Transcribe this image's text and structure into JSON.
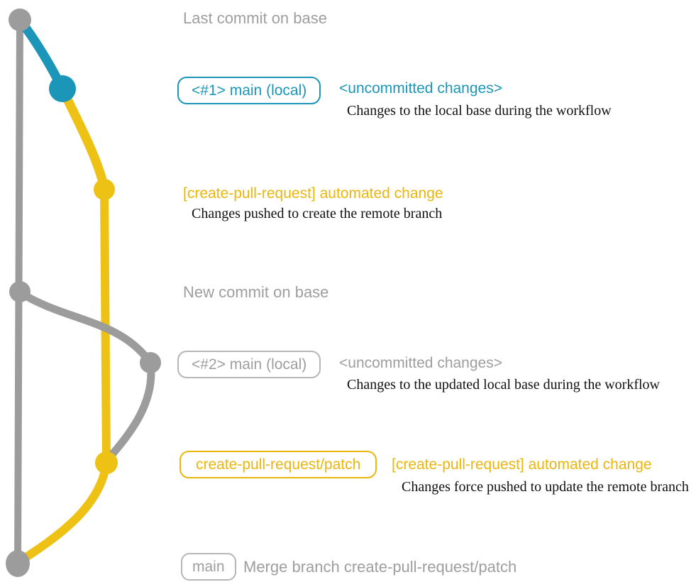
{
  "diagram": {
    "kind": "git-branch-graph",
    "colors": {
      "base_gray": "#9c9c9c",
      "gray_text": "#9e9e9e",
      "blue": "#1b96b8",
      "yellow": "#edc214",
      "yellow_text": "#eab60d",
      "description_text": "#111111"
    },
    "rows": {
      "last_commit": {
        "title": "Last commit on base"
      },
      "local_1": {
        "badge": "<#1> main (local)",
        "status": "<uncommitted changes>",
        "desc": "Changes to the local base during the workflow"
      },
      "push_1": {
        "label": "[create-pull-request] automated change",
        "desc": "Changes pushed to create the remote branch"
      },
      "new_commit": {
        "title": "New commit on base"
      },
      "local_2": {
        "badge": "<#2> main (local)",
        "status": "<uncommitted changes>",
        "desc": "Changes to the updated local base during the workflow"
      },
      "push_2": {
        "badge": "create-pull-request/patch",
        "label": "[create-pull-request] automated change",
        "desc": "Changes force pushed to update the remote branch"
      },
      "merge": {
        "badge": "main",
        "title": "Merge branch create-pull-request/patch"
      }
    }
  }
}
